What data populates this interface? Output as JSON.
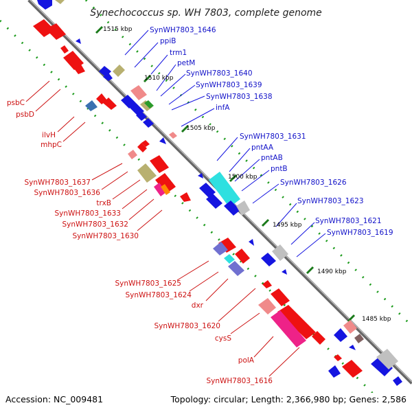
{
  "title": "Synechococcus sp. WH 7803, complete genome",
  "footer": {
    "accession": "Accession: NC_009481",
    "topology": "Topology: circular; Length: 2,366,980 bp; Genes: 2,586"
  },
  "scale": [
    "1515 kbp",
    "1510 kbp",
    "1505 kbp",
    "1500 kbp",
    "1495 kbp",
    "1490 kbp",
    "1485 kbp"
  ],
  "labels_forward": [
    "SynWH7803_1646",
    "ppiB",
    "trm1",
    "petM",
    "SynWH7803_1640",
    "SynWH7803_1639",
    "SynWH7803_1638",
    "infA",
    "SynWH7803_1631",
    "pntAA",
    "pntAB",
    "pntB",
    "SynWH7803_1626",
    "SynWH7803_1623",
    "SynWH7803_1621",
    "SynWH7803_1619"
  ],
  "labels_reverse": [
    "psbC",
    "psbD",
    "ilvH",
    "mhpC",
    "SynWH7803_1637",
    "SynWH7803_1636",
    "trxB",
    "SynWH7803_1633",
    "SynWH7803_1632",
    "SynWH7803_1630",
    "SynWH7803_1625",
    "SynWH7803_1624",
    "dxr",
    "SynWH7803_1620",
    "cysS",
    "polA",
    "SynWH7803_1616"
  ],
  "colors": {
    "forward": "#1515e0",
    "reverse": "#ee1111",
    "backbone": "#888888"
  }
}
